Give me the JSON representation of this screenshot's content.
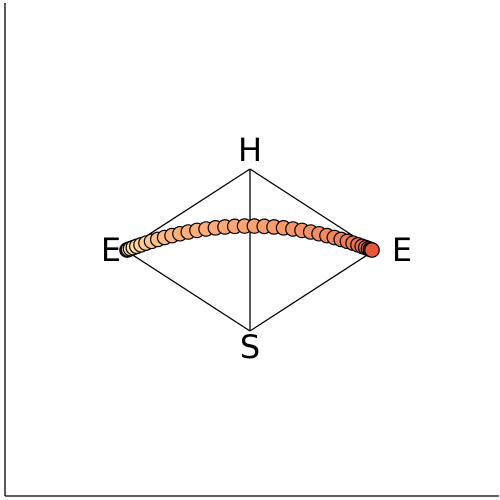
{
  "labels": {
    "top": "H",
    "bottom": "S",
    "left": "E",
    "right": "E"
  },
  "path_point_count": 40,
  "colors": {
    "start": "#fff8b8",
    "mid": "#fdb07a",
    "end": "#e7573a",
    "outline": "#000000"
  }
}
